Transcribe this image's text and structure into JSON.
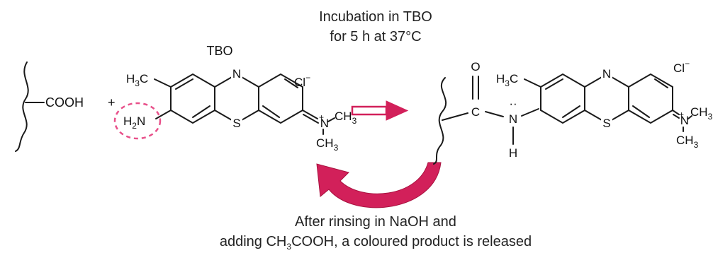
{
  "top_caption": {
    "line1": "Incubation in TBO",
    "line2": "for 5 h at 37°C"
  },
  "reagent_label": "TBO",
  "bottom_caption": {
    "line1": "After rinsing in NaOH and",
    "line2_pre": "adding CH",
    "line2_sub": "3",
    "line2_post": "COOH, a coloured product is released"
  },
  "left": {
    "acid": "COOH",
    "plus": "+",
    "h3c": "H",
    "h3c_sub": "3",
    "h3c_c": "C",
    "amine": "H",
    "amine_sub": "2",
    "amine_n": "N",
    "ring_n": "N",
    "ring_s": "S",
    "cl": "Cl",
    "cl_charge": "−",
    "iminium_n": "N",
    "iminium_charge": "+",
    "ch3_right": "CH",
    "ch3_right_sub": "3",
    "ch3_down": "CH",
    "ch3_down_sub": "3"
  },
  "right": {
    "o": "O",
    "c": "C",
    "n": "N",
    "n_lone_pair": "··",
    "h": "H",
    "h3c": "H",
    "h3c_sub": "3",
    "h3c_c": "C",
    "ring_n": "N",
    "ring_s": "S",
    "cl": "Cl",
    "cl_charge": "−",
    "iminium_n": "N",
    "iminium_charge": "+",
    "ch3_right": "CH",
    "ch3_right_sub": "3",
    "ch3_down": "CH",
    "ch3_down_sub": "3"
  },
  "colors": {
    "arrow": "#d2205a",
    "highlight_circle": "#e8508a",
    "ink": "#1a1a1a"
  }
}
